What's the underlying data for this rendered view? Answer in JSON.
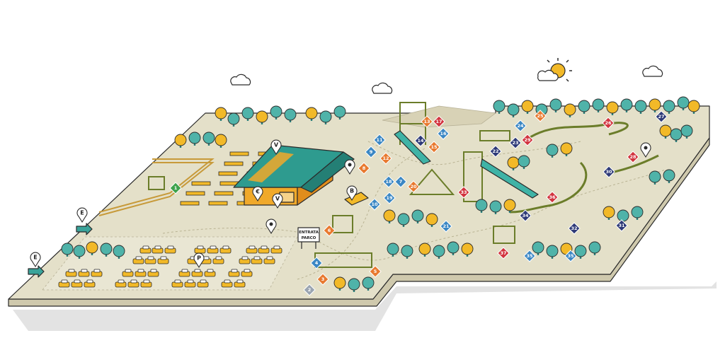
{
  "colors": {
    "ground": "#e4e0c9",
    "ground_edge": "#d2ccb0",
    "path": "#c9c3a3",
    "tree_teal": "#4fb3a9",
    "tree_yellow": "#f2b928",
    "roof": "#2e9b8f",
    "building": "#f0a92a",
    "car": "#f2b928",
    "arrow": "#3aa39a",
    "shadow": "#dddddd"
  },
  "sign": {
    "line1": "ENTRATA",
    "line2": "PARCO"
  },
  "icons": {
    "sun": "sun-icon",
    "clouds": "cloud-icon",
    "trees": "tree-icon",
    "cars": "car-icon"
  },
  "pins": [
    {
      "label": "E",
      "name": "entrance-pin"
    },
    {
      "label": "E",
      "name": "entrance-pin"
    },
    {
      "label": "V",
      "name": "v-pin"
    },
    {
      "label": "V",
      "name": "v-pin"
    },
    {
      "label": "€",
      "name": "cash-pin"
    },
    {
      "label": "B",
      "name": "b-pin"
    },
    {
      "label": "P",
      "name": "parking-pin"
    },
    {
      "label": "",
      "name": "toilet-pin"
    },
    {
      "label": "",
      "name": "ice-cream-pin"
    },
    {
      "label": "",
      "name": "ice-cream-pin"
    }
  ],
  "markers": [
    {
      "n": "1",
      "color": "#3fa34d"
    },
    {
      "n": "2",
      "color": "#9aa4b0"
    },
    {
      "n": "3",
      "color": "#e8792f"
    },
    {
      "n": "4",
      "color": "#3b87c4"
    },
    {
      "n": "5",
      "color": "#e8792f"
    },
    {
      "n": "6",
      "color": "#e8792f"
    },
    {
      "n": "7",
      "color": "#3b87c4"
    },
    {
      "n": "8",
      "color": "#e8792f"
    },
    {
      "n": "9",
      "color": "#3b87c4"
    },
    {
      "n": "10",
      "color": "#3b87c4"
    },
    {
      "n": "11",
      "color": "#3b87c4"
    },
    {
      "n": "12",
      "color": "#e8792f"
    },
    {
      "n": "13",
      "color": "#e8792f"
    },
    {
      "n": "14",
      "color": "#2e3a78"
    },
    {
      "n": "15",
      "color": "#e8792f"
    },
    {
      "n": "16",
      "color": "#3b87c4"
    },
    {
      "n": "17",
      "color": "#d2343f"
    },
    {
      "n": "18",
      "color": "#3b87c4"
    },
    {
      "n": "19",
      "color": "#3b87c4"
    },
    {
      "n": "20",
      "color": "#e8792f"
    },
    {
      "n": "21",
      "color": "#3b87c4"
    },
    {
      "n": "22",
      "color": "#2e3a78"
    },
    {
      "n": "23",
      "color": "#2e3a78"
    },
    {
      "n": "24",
      "color": "#3b87c4"
    },
    {
      "n": "25",
      "color": "#e8792f"
    },
    {
      "n": "26",
      "color": "#d2343f"
    },
    {
      "n": "27",
      "color": "#2e3a78"
    },
    {
      "n": "28",
      "color": "#d2343f"
    },
    {
      "n": "29",
      "color": "#d2343f"
    },
    {
      "n": "30",
      "color": "#2e3a78"
    },
    {
      "n": "31",
      "color": "#2e3a78"
    },
    {
      "n": "32",
      "color": "#2e3a78"
    },
    {
      "n": "33",
      "color": "#d2343f"
    },
    {
      "n": "34",
      "color": "#2e3a78"
    },
    {
      "n": "35",
      "color": "#3b87c4"
    },
    {
      "n": "35",
      "color": "#3b87c4"
    },
    {
      "n": "36",
      "color": "#d2343f"
    },
    {
      "n": "37",
      "color": "#d2343f"
    }
  ]
}
